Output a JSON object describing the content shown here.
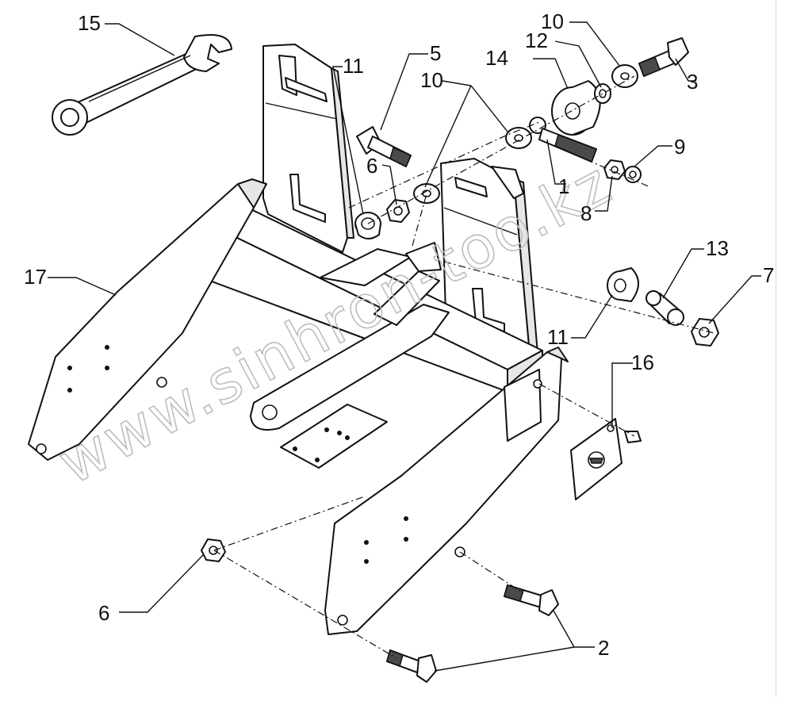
{
  "diagram": {
    "type": "exploded-parts-diagram",
    "watermark": "www.sinhron-too.kz",
    "callouts": [
      {
        "id": "15",
        "label": "15",
        "part": "wrench-icon"
      },
      {
        "id": "5",
        "label": "5",
        "part": "bolt-icon"
      },
      {
        "id": "11a",
        "label": "11",
        "part": "bushing-icon"
      },
      {
        "id": "10a",
        "label": "10",
        "part": "washer-icon"
      },
      {
        "id": "14",
        "label": "14",
        "part": "roller-icon"
      },
      {
        "id": "12",
        "label": "12",
        "part": "washer-icon"
      },
      {
        "id": "10b",
        "label": "10",
        "part": "washer-icon"
      },
      {
        "id": "3",
        "label": "3",
        "part": "bolt-icon"
      },
      {
        "id": "6a",
        "label": "6",
        "part": "nut-icon"
      },
      {
        "id": "9",
        "label": "9",
        "part": "washer-icon"
      },
      {
        "id": "1",
        "label": "1",
        "part": "bolt-icon"
      },
      {
        "id": "8",
        "label": "8",
        "part": "nut-icon"
      },
      {
        "id": "17",
        "label": "17",
        "part": "frame-plate-icon"
      },
      {
        "id": "13",
        "label": "13",
        "part": "spacer-icon"
      },
      {
        "id": "7",
        "label": "7",
        "part": "nut-icon"
      },
      {
        "id": "11b",
        "label": "11",
        "part": "bushing-icon"
      },
      {
        "id": "16",
        "label": "16",
        "part": "cover-plate-icon"
      },
      {
        "id": "6b",
        "label": "6",
        "part": "nut-icon"
      },
      {
        "id": "2",
        "label": "2",
        "part": "bolt-icon"
      }
    ]
  },
  "colors": {
    "line": "#111111",
    "watermark": "#bdbdbd",
    "background": "#ffffff"
  }
}
